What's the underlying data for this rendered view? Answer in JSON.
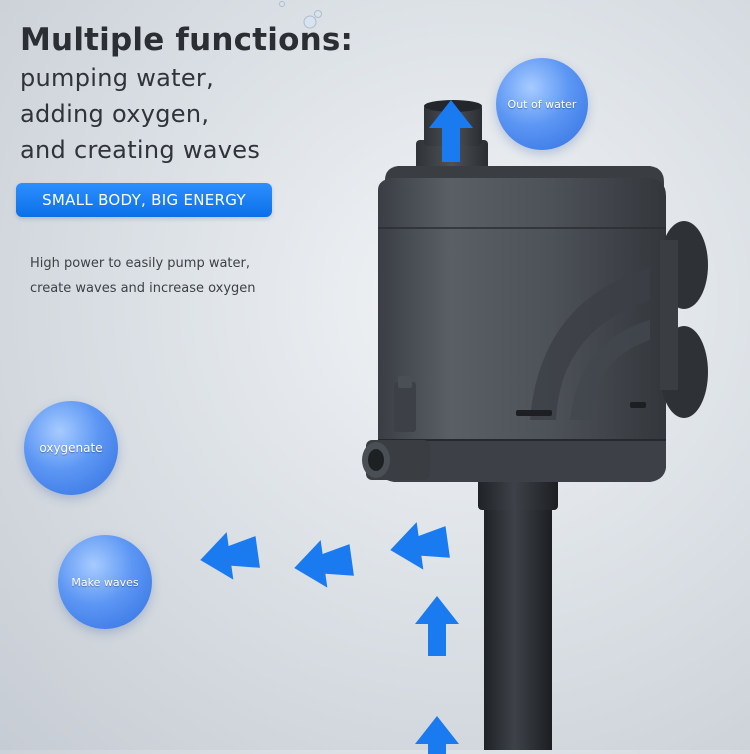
{
  "headline": "Multiple functions:",
  "subtitle_lines": [
    "pumping water,",
    "adding oxygen,",
    "and creating waves"
  ],
  "badge": "SMALL BODY, BIG ENERGY",
  "description_lines": [
    "High power to easily pump water,",
    "create waves and increase oxygen"
  ],
  "bubbles": {
    "out_of_water": "Out of water",
    "oxygenate": "oxygenate",
    "make_waves": "Make waves"
  },
  "colors": {
    "accent_blue": "#0b6fe8",
    "arrow_blue": "#1a7bf0",
    "pump_body": "#4a4f55"
  }
}
